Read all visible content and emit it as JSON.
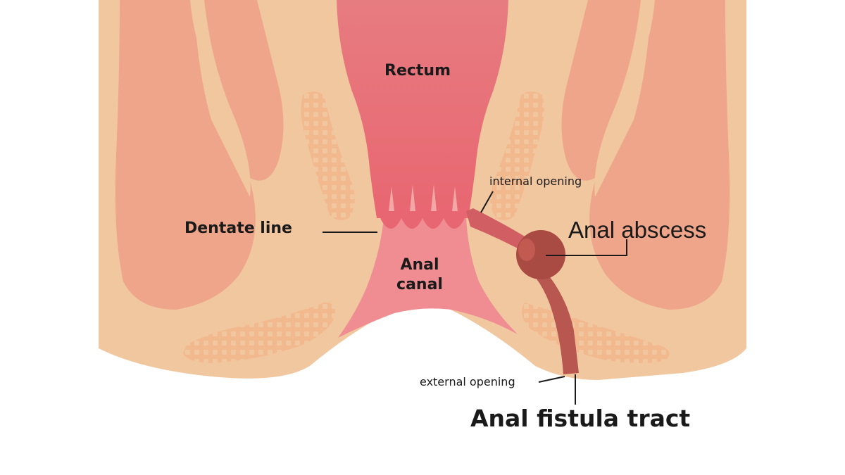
{
  "labels": {
    "rectum": "Rectum",
    "internal_opening": "internal opening",
    "dentate_line": "Dentate line",
    "anal_abscess": "Anal abscess",
    "anal_canal_line1": "Anal",
    "anal_canal_line2": "canal",
    "external_opening": "external opening",
    "anal_fistula_tract": "Anal fistula tract"
  },
  "colors": {
    "background": "#ffffff",
    "skin": "#f1c7a0",
    "buttock_tissue": "#eea58a",
    "rectum": "#e7717a",
    "anal_canal": "#ef8d92",
    "muscle_lattice": "#f3b98e",
    "abscess": "#a94a43",
    "fistula_tract": "#b8574f",
    "leader_line": "#1a1a1a"
  }
}
